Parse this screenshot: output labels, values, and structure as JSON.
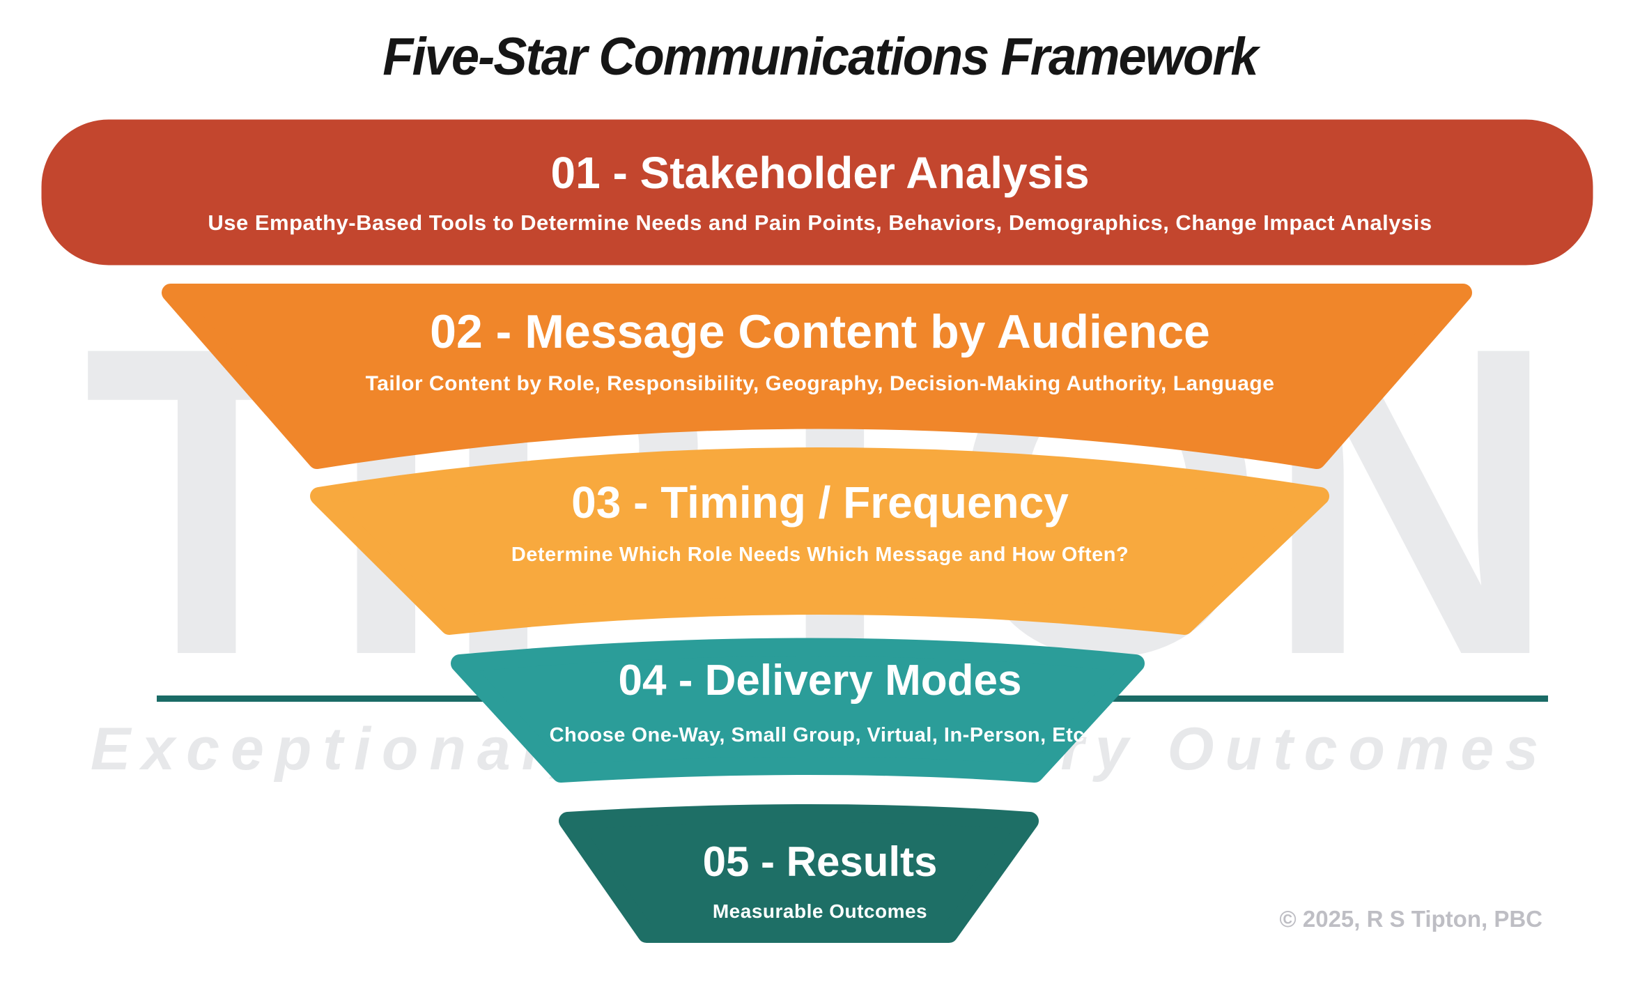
{
  "page": {
    "title": "Five-Star Communications Framework",
    "copyright": "© 2025, R S Tipton, PBC",
    "watermark_word": "TIPTON",
    "watermark_tagline": "Exceptional, Extraordinary Outcomes",
    "background_color": "#FFFFFF",
    "title_color": "#161616",
    "watermark_color": "#E9EAEC"
  },
  "funnel": {
    "divider_color": "#1A6B66",
    "text_color": "#FFFFFF",
    "steps": [
      {
        "title": "01 - Stakeholder Analysis",
        "subtitle": "Use Empathy-Based Tools to Determine Needs and Pain Points, Behaviors, Demographics, Change Impact Analysis",
        "color": "#C3462E"
      },
      {
        "title": "02 - Message Content by Audience",
        "subtitle": "Tailor Content by Role, Responsibility, Geography, Decision-Making Authority, Language",
        "color": "#F0862A"
      },
      {
        "title": "03 - Timing / Frequency",
        "subtitle": "Determine Which Role Needs Which Message and How Often?",
        "color": "#F8A93E"
      },
      {
        "title": "04 - Delivery Modes",
        "subtitle": "Choose One-Way, Small Group, Virtual, In-Person, Etc.",
        "color": "#2B9D99"
      },
      {
        "title": "05 - Results",
        "subtitle": "Measurable Outcomes",
        "color": "#1E6F66"
      }
    ]
  }
}
